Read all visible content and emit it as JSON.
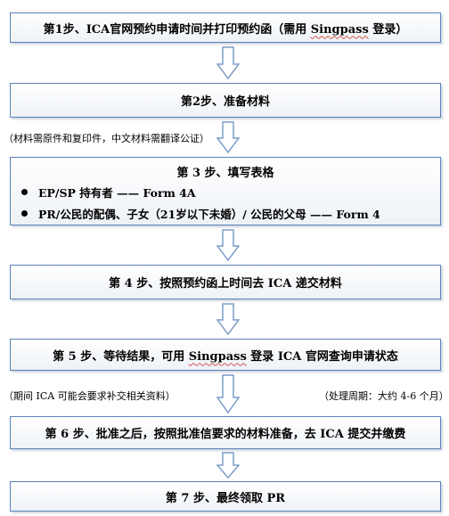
{
  "steps": {
    "s1": {
      "prefix": "第1步、ICA官网预约申请时间并打印预约函（需用 ",
      "link": "Singpass",
      "suffix": " 登录）"
    },
    "s2": {
      "label": "第2步、准备材料"
    },
    "s3": {
      "title": "第 3 步、填写表格",
      "bullets": [
        "EP/SP 持有者 —— Form 4A",
        "PR/公民的配偶、子女（21岁以下未婚）/ 公民的父母 —— Form 4"
      ]
    },
    "s4": {
      "label": "第 4 步、按照预约函上时间去 ICA 递交材料"
    },
    "s5": {
      "prefix": "第 5 步、等待结果，可用 ",
      "link": "Singpass",
      "suffix": " 登录 ICA 官网查询申请状态"
    },
    "s6": {
      "label": "第 6 步、批准之后，按照批准信要求的材料准备，去 ICA 提交并缴费"
    },
    "s7": {
      "label": "第 7 步、最终领取 PR"
    }
  },
  "notes": {
    "materials": "（材料需原件和复印件，中文材料需翻译公证）",
    "ica_supplement": "（期间 ICA 可能会要求补交相关资料）",
    "processing": "（处理周期：大约 4-6 个月）"
  },
  "colors": {
    "border": "#5b83b8",
    "arrow_stroke": "#7e9ec8",
    "link_underline": "#d9534f"
  }
}
